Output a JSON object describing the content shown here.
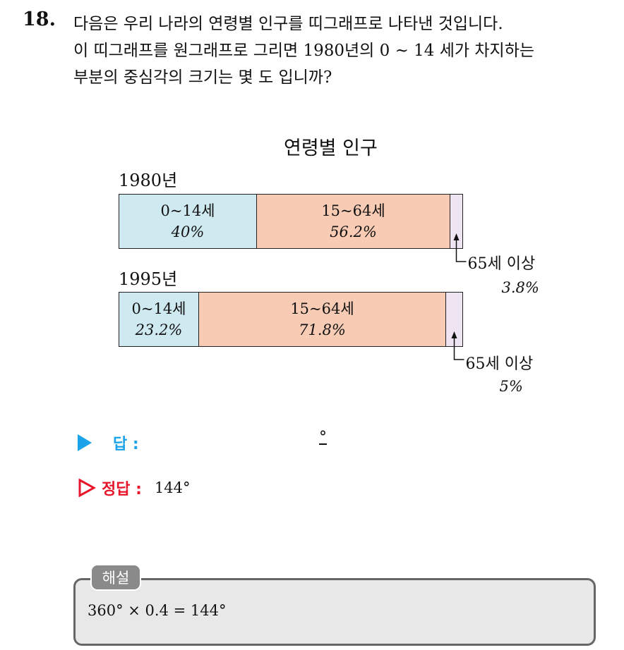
{
  "question": {
    "number": "18.",
    "line1": "다음은 우리 나라의 연령별 인구를 띠그래프로 나타낸 것입니다.",
    "line2": "이 띠그래프를 원그래프로 그리면 1980년의 0 ~ 14 세가 차지하는",
    "line3": "부분의 중심각의 크기는 몇 도 입니까?"
  },
  "chart_data": {
    "type": "bar",
    "title": "연령별 인구",
    "bars": [
      {
        "label": "1980년",
        "segments": [
          {
            "name": "0~14세",
            "value": 40,
            "text": "40%"
          },
          {
            "name": "15~64세",
            "value": 56.2,
            "text": "56.2%"
          },
          {
            "name": "65세 이상",
            "value": 3.8,
            "text": "3.8%"
          }
        ]
      },
      {
        "label": "1995년",
        "segments": [
          {
            "name": "0~14세",
            "value": 23.2,
            "text": "23.2%"
          },
          {
            "name": "15~64세",
            "value": 71.8,
            "text": "71.8%"
          },
          {
            "name": "65세 이상",
            "value": 5,
            "text": "5%"
          }
        ]
      }
    ],
    "colors": [
      "#cfe9f1",
      "#f8cbb5",
      "#efe4f2"
    ]
  },
  "answer": {
    "label": "답 :",
    "unit": "°",
    "correct_label": "정답 :",
    "correct_value": "144°"
  },
  "explanation": {
    "tab": "해설",
    "text": "360° × 0.4 = 144°"
  }
}
